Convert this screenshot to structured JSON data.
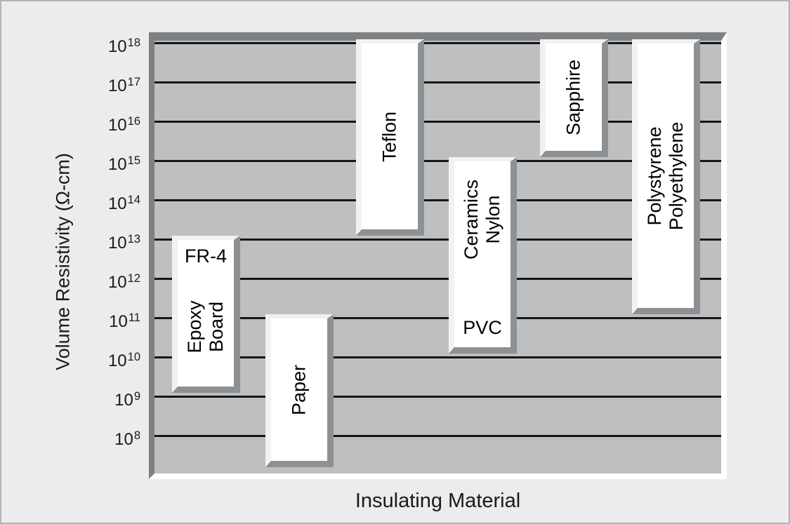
{
  "chart_data": {
    "type": "bar",
    "subtype": "floating-range-columns",
    "title": "",
    "xlabel": "Insulating Material",
    "ylabel": "Volume Resistivity (Ω-cm)",
    "y_scale": "log10",
    "y_tick_base": "10",
    "y_tick_exponents": [
      18,
      17,
      16,
      15,
      14,
      13,
      12,
      11,
      10,
      9,
      8
    ],
    "ylim_exponents": [
      7,
      18
    ],
    "grid": "horizontal",
    "legend": "none",
    "series": [
      {
        "id": "fr4-epoxy-board",
        "material": "FR-4 Epoxy Board",
        "top_label": "FR-4",
        "rotated_label_lines": [
          "Epoxy",
          "Board"
        ],
        "min_exponent": 9,
        "max_exponent": 13,
        "x_center": 292
      },
      {
        "id": "paper",
        "material": "Paper",
        "rotated_label_lines": [
          "Paper"
        ],
        "min_exponent": 7.1,
        "max_exponent": 11,
        "extends_below_lowest_gridline": true,
        "x_center": 425
      },
      {
        "id": "teflon",
        "material": "Teflon",
        "rotated_label_lines": [
          "Teflon"
        ],
        "min_exponent": 13,
        "max_exponent": 18,
        "x_center": 554
      },
      {
        "id": "ceramics-nylon-pvc",
        "material": "Ceramics, Nylon, PVC",
        "rotated_label_lines": [
          "Ceramics",
          "Nylon"
        ],
        "bottom_label": "PVC",
        "min_exponent": 10,
        "max_exponent": 15,
        "x_center": 686
      },
      {
        "id": "sapphire",
        "material": "Sapphire",
        "rotated_label_lines": [
          "Sapphire"
        ],
        "min_exponent": 15,
        "max_exponent": 18,
        "x_center": 816
      },
      {
        "id": "polystyrene-polyethylene",
        "material": "Polystyrene, Polyethylene",
        "rotated_label_lines": [
          "Polystyrene",
          "Polyethylene"
        ],
        "min_exponent": 11,
        "max_exponent": 18,
        "x_center": 947
      }
    ],
    "colors": {
      "page_background": "#ececec",
      "page_border": "#b1b3b6",
      "plot_background": "#bdbfc1",
      "frame_dark": "#7e8184",
      "frame_light": "#ffffff",
      "gridline": "#161616",
      "bar_face": "#ffffff",
      "bar_highlight": "#f2f2f3",
      "bar_shadow": "#8e9194",
      "text": "#1a1a1a"
    }
  }
}
